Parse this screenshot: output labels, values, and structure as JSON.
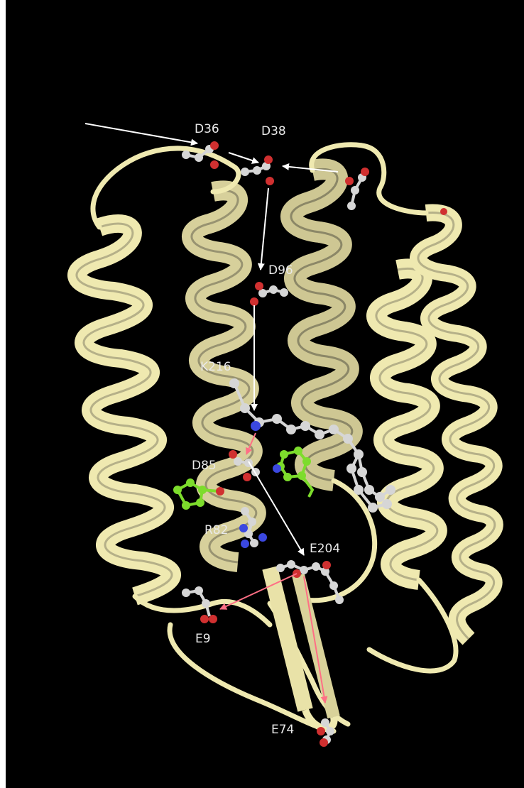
{
  "residues": {
    "d36": "D36",
    "d38": "D38",
    "d96": "D96",
    "k216": "K216",
    "d85": "D85",
    "r82": "R82",
    "e204": "E204",
    "e9": "E9",
    "e74": "E74"
  },
  "colors": {
    "background": "#000000",
    "ribbon": "#efe9b0",
    "ribbon_shade": "#8d8a6e",
    "arrow_white": "#ffffff",
    "arrow_pink": "#ff6f85",
    "retinal_atoms": "#d6d6d6",
    "aromatic_green": "#7ddc2c",
    "oxygen": "#d03030",
    "nitrogen": "#3b48e0"
  }
}
